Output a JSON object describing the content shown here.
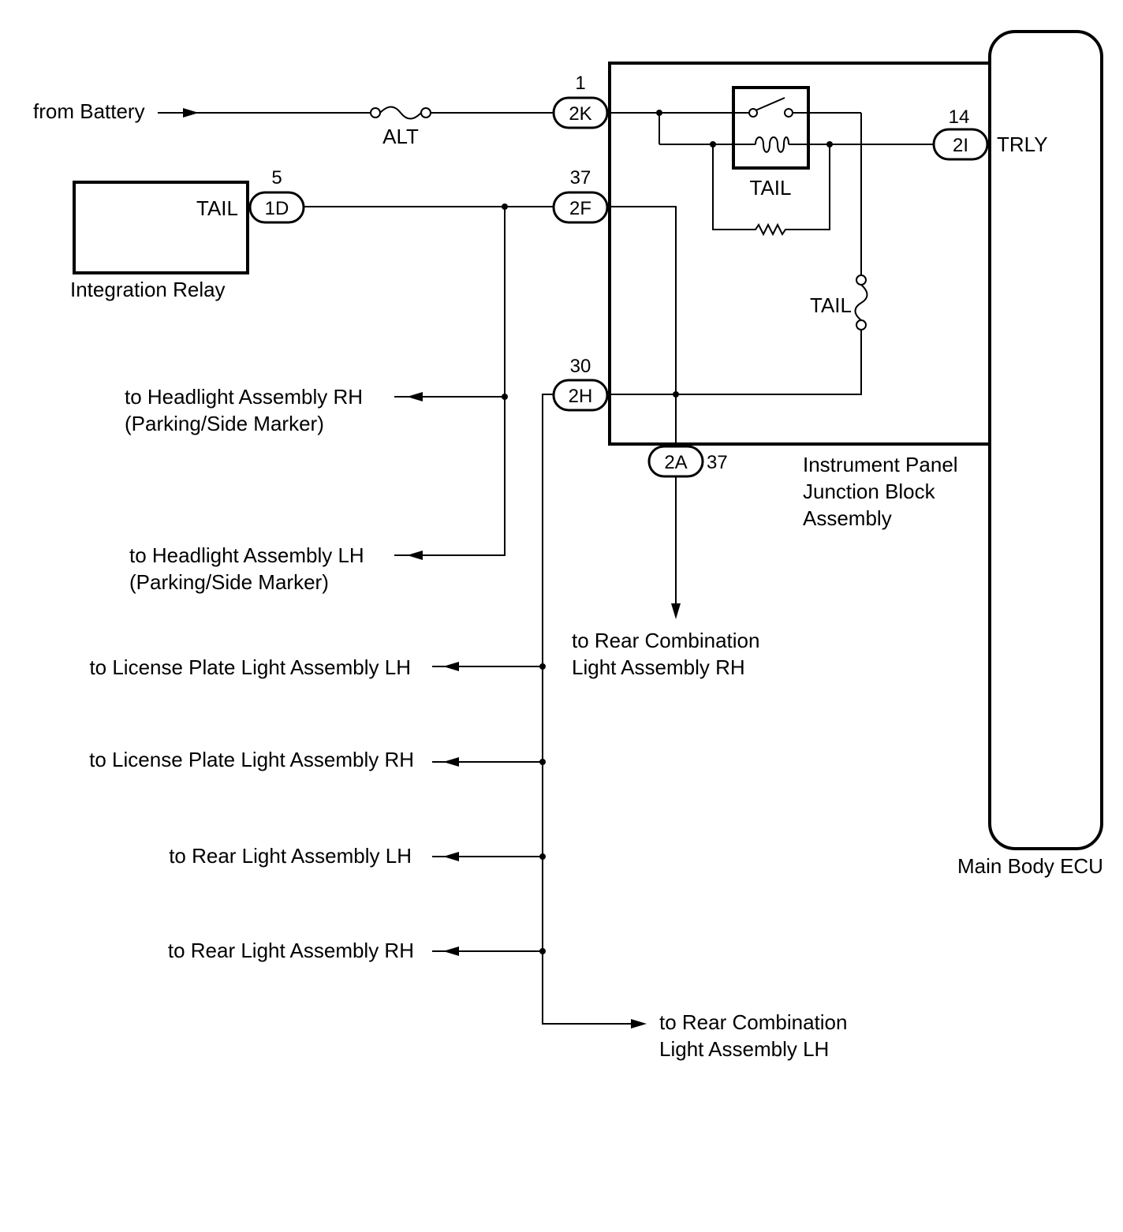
{
  "labels": {
    "from_battery": "from Battery",
    "alt_fuse": "ALT",
    "tail_relay": "TAIL",
    "tail_fuse": "TAIL",
    "integration_relay_terminal": "TAIL",
    "integration_relay": "Integration Relay",
    "trly": "TRLY",
    "junction_block": [
      "Instrument Panel",
      "Junction Block",
      "Assembly"
    ],
    "main_body_ecu": "Main Body ECU",
    "headlight_rh": [
      "to Headlight Assembly RH",
      "(Parking/Side Marker)"
    ],
    "headlight_lh": [
      "to Headlight Assembly LH",
      "(Parking/Side Marker)"
    ],
    "rear_comb_rh": [
      "to Rear Combination",
      "Light Assembly RH"
    ],
    "license_lh": "to License Plate Light Assembly LH",
    "license_rh": "to License Plate Light Assembly RH",
    "rear_light_lh": "to Rear Light Assembly LH",
    "rear_light_rh": "to Rear Light Assembly RH",
    "rear_comb_lh": [
      "to Rear Combination",
      "Light Assembly LH"
    ]
  },
  "connectors": {
    "c2K": {
      "code": "2K",
      "pin": "1"
    },
    "c1D": {
      "code": "1D",
      "pin": "5"
    },
    "c2F": {
      "code": "2F",
      "pin": "37"
    },
    "c2H": {
      "code": "2H",
      "pin": "30"
    },
    "c2A": {
      "code": "2A",
      "pin": "37"
    },
    "c2I": {
      "code": "2I",
      "pin": "14"
    }
  }
}
